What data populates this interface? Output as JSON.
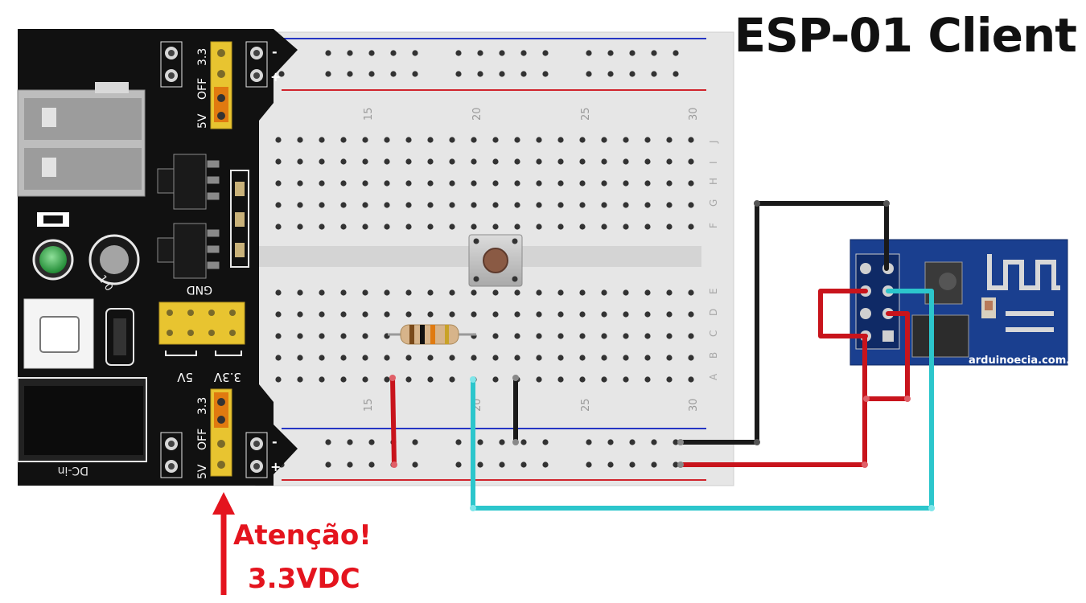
{
  "title": "ESP-01 Client",
  "warning": {
    "line1": "Atenção!",
    "line2": "3.3VDC",
    "color": "#e4141e"
  },
  "power_module": {
    "jumper_top": [
      "3.3",
      "OFF",
      "5V"
    ],
    "jumper_bottom": [
      "3.3",
      "OFF",
      "5V"
    ],
    "rail_minus": "-",
    "rail_plus": "+",
    "gnd_label": "GND",
    "out_5v": "5V",
    "out_33v": "3.3V",
    "dc_in": "DC-in",
    "pot_label": "1 0"
  },
  "breadboard": {
    "column_numbers": [
      "15",
      "20",
      "25",
      "30"
    ],
    "row_letters_top": [
      "J",
      "I",
      "H",
      "G",
      "F"
    ],
    "row_letters_bottom": [
      "E",
      "D",
      "C",
      "B",
      "A"
    ]
  },
  "esp_module": {
    "watermark": "arduinoecia.com.br",
    "board_color": "#1a3f8f"
  },
  "wire_colors": {
    "black": "#1a1a1a",
    "red": "#c8141c",
    "cyan": "#2cc6cc"
  }
}
